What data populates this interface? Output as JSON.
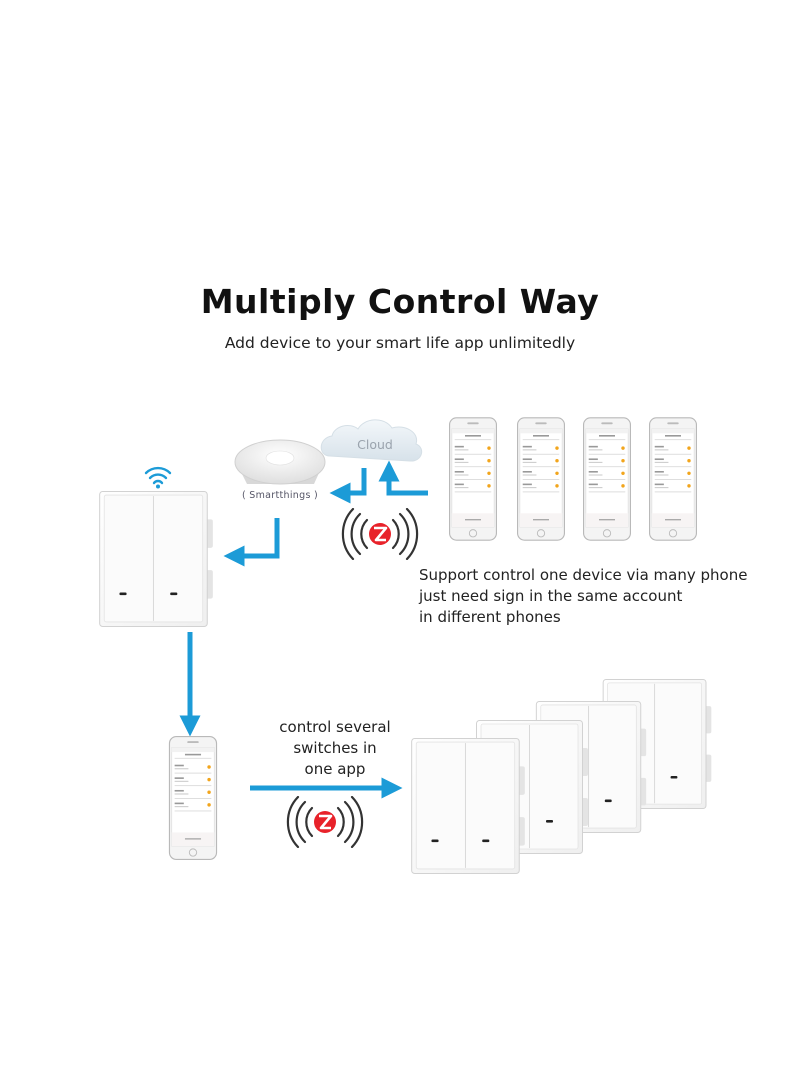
{
  "title": "Multiply Control Way",
  "subtitle": "Add device to your smart life app unlimitedly",
  "hub": {
    "label": "( Smartthings )"
  },
  "cloud": {
    "label": "Cloud"
  },
  "support_caption": [
    "Support control one device via many phone",
    "just need sign in the same account",
    "in different phones"
  ],
  "several_caption": [
    "control several",
    "switches in",
    "one app"
  ],
  "colors": {
    "arrow": "#1c9bd7",
    "zigbee": "#e8222a",
    "switch": "#f7f7f7",
    "cloud": "#dfe8ef"
  },
  "icons": [
    "wifi-icon",
    "zigbee-icon",
    "cloud-icon",
    "smartthings-hub-icon",
    "smartphone-icon",
    "wall-switch-icon",
    "arrow-icon"
  ]
}
